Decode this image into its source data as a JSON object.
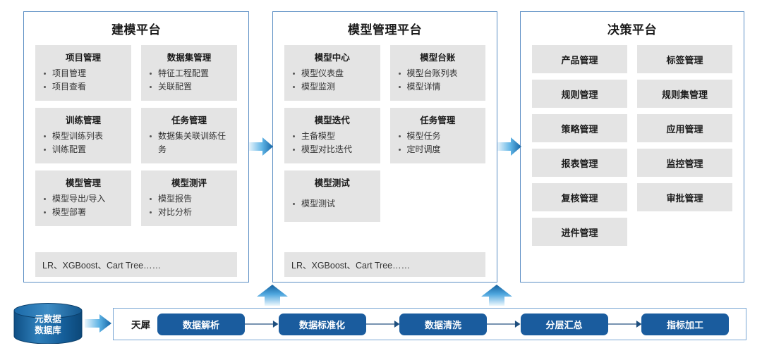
{
  "panels": [
    {
      "title": "建模平台",
      "cards": [
        {
          "title": "项目管理",
          "items": [
            "项目管理",
            "项目查看"
          ]
        },
        {
          "title": "数据集管理",
          "items": [
            "特征工程配置",
            "关联配置"
          ]
        },
        {
          "title": "训练管理",
          "items": [
            "模型训练列表",
            "训练配置"
          ]
        },
        {
          "title": "任务管理",
          "items": [
            "数据集关联训练任务"
          ]
        },
        {
          "title": "模型管理",
          "items": [
            "模型导出/导入",
            "模型部署"
          ]
        },
        {
          "title": "模型测评",
          "items": [
            "模型报告",
            "对比分析"
          ]
        }
      ],
      "algo_bar": "LR、XGBoost、Cart Tree……"
    },
    {
      "title": "模型管理平台",
      "cards": [
        {
          "title": "模型中心",
          "items": [
            "模型仪表盘",
            "模型监测"
          ]
        },
        {
          "title": "模型台账",
          "items": [
            "模型台账列表",
            "模型详情"
          ]
        },
        {
          "title": "模型迭代",
          "items": [
            "主备模型",
            "模型对比迭代"
          ]
        },
        {
          "title": "任务管理",
          "items": [
            "模型任务",
            "定时调度"
          ]
        },
        {
          "title": "模型测试",
          "items": [
            "模型测试"
          ]
        }
      ],
      "algo_bar": "LR、XGBoost、Cart Tree……"
    },
    {
      "title": "决策平台",
      "tiles": [
        "产品管理",
        "标签管理",
        "规则管理",
        "规则集管理",
        "策略管理",
        "应用管理",
        "报表管理",
        "监控管理",
        "复核管理",
        "审批管理",
        "进件管理",
        ""
      ]
    }
  ],
  "pipeline": {
    "source_label_line1": "元数据",
    "source_label_line2": "数据库",
    "system_label": "天犀",
    "steps": [
      "数据解析",
      "数据标准化",
      "数据清洗",
      "分层汇总",
      "指标加工"
    ]
  },
  "colors": {
    "panel_border": "#5b8ec4",
    "card_bg": "#e4e4e4",
    "step_blue": "#1a5c9e",
    "arrow_dark": "#1b6aab",
    "arrow_light": "#d6ecfa",
    "cylinder_blue": "#16619e"
  }
}
